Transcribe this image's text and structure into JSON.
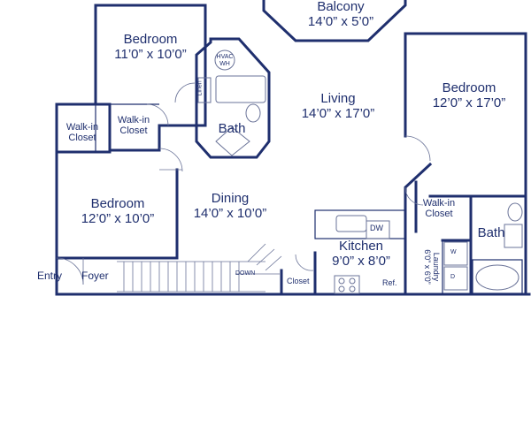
{
  "rooms": {
    "balcony": {
      "name": "Balcony",
      "dims": "14’0” x 5’0”"
    },
    "bedroom_nw": {
      "name": "Bedroom",
      "dims": "11’0” x 10’0”"
    },
    "living": {
      "name": "Living",
      "dims": "14’0” x 17’0”"
    },
    "bedroom_e": {
      "name": "Bedroom",
      "dims": "12’0” x 17’0”"
    },
    "bath_c": {
      "name": "Bath"
    },
    "walkin_1": {
      "name": "Walk-in",
      "sub": "Closet"
    },
    "walkin_2": {
      "name": "Walk-in",
      "sub": "Closet"
    },
    "walkin_3": {
      "name": "Walk-in",
      "sub": "Closet"
    },
    "bedroom_sw": {
      "name": "Bedroom",
      "dims": "12’0” x 10’0”"
    },
    "dining": {
      "name": "Dining",
      "dims": "14’0” x 10’0”"
    },
    "kitchen": {
      "name": "Kitchen",
      "dims": "9’0” x 8’0”"
    },
    "bath_e": {
      "name": "Bath"
    },
    "laundry": {
      "name": "Laundry",
      "dims": "6’0” x 6’0”"
    }
  },
  "labels": {
    "entry": "Entry",
    "foyer": "Foyer",
    "closet": "Closet",
    "down": "DOWN",
    "linen": "Linen",
    "hvac": "HVAC",
    "wh": "WH",
    "dw": "DW",
    "ref": "Ref.",
    "washer": "W",
    "dryer": "D"
  },
  "colors": {
    "wall": "#1f2f6e",
    "fixture": "#6a7398",
    "background": "#ffffff"
  }
}
